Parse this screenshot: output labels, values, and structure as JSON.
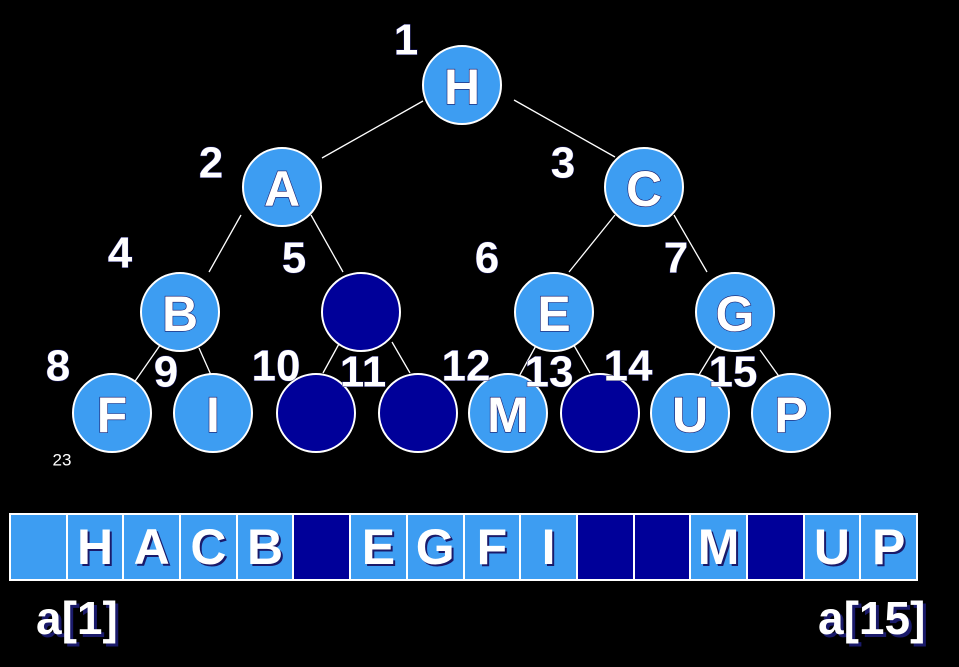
{
  "colors": {
    "filled": "#3d9df2",
    "empty": "#000099",
    "background": "#000000",
    "edge": "#ffffff"
  },
  "tree": {
    "nodes": [
      {
        "index": "1",
        "label": "H",
        "filled": true
      },
      {
        "index": "2",
        "label": "A",
        "filled": true
      },
      {
        "index": "3",
        "label": "C",
        "filled": true
      },
      {
        "index": "4",
        "label": "B",
        "filled": true
      },
      {
        "index": "5",
        "label": "",
        "filled": false
      },
      {
        "index": "6",
        "label": "E",
        "filled": true
      },
      {
        "index": "7",
        "label": "G",
        "filled": true
      },
      {
        "index": "8",
        "label": "F",
        "filled": true
      },
      {
        "index": "9",
        "label": "I",
        "filled": true
      },
      {
        "index": "10",
        "label": "",
        "filled": false
      },
      {
        "index": "11",
        "label": "",
        "filled": false
      },
      {
        "index": "12",
        "label": "M",
        "filled": true
      },
      {
        "index": "13",
        "label": "",
        "filled": false
      },
      {
        "index": "14",
        "label": "U",
        "filled": true
      },
      {
        "index": "15",
        "label": "P",
        "filled": true
      }
    ]
  },
  "array": {
    "cells": [
      {
        "label": "",
        "filled": true
      },
      {
        "label": "H",
        "filled": true
      },
      {
        "label": "A",
        "filled": true
      },
      {
        "label": "C",
        "filled": true
      },
      {
        "label": "B",
        "filled": true
      },
      {
        "label": "",
        "filled": false
      },
      {
        "label": "E",
        "filled": true
      },
      {
        "label": "G",
        "filled": true
      },
      {
        "label": "F",
        "filled": true
      },
      {
        "label": "I",
        "filled": true
      },
      {
        "label": "",
        "filled": false
      },
      {
        "label": "",
        "filled": false
      },
      {
        "label": "M",
        "filled": true
      },
      {
        "label": "",
        "filled": false
      },
      {
        "label": "U",
        "filled": true
      },
      {
        "label": "P",
        "filled": true
      }
    ],
    "first_label": "a[1]",
    "last_label": "a[15]"
  },
  "slide_number": "23"
}
